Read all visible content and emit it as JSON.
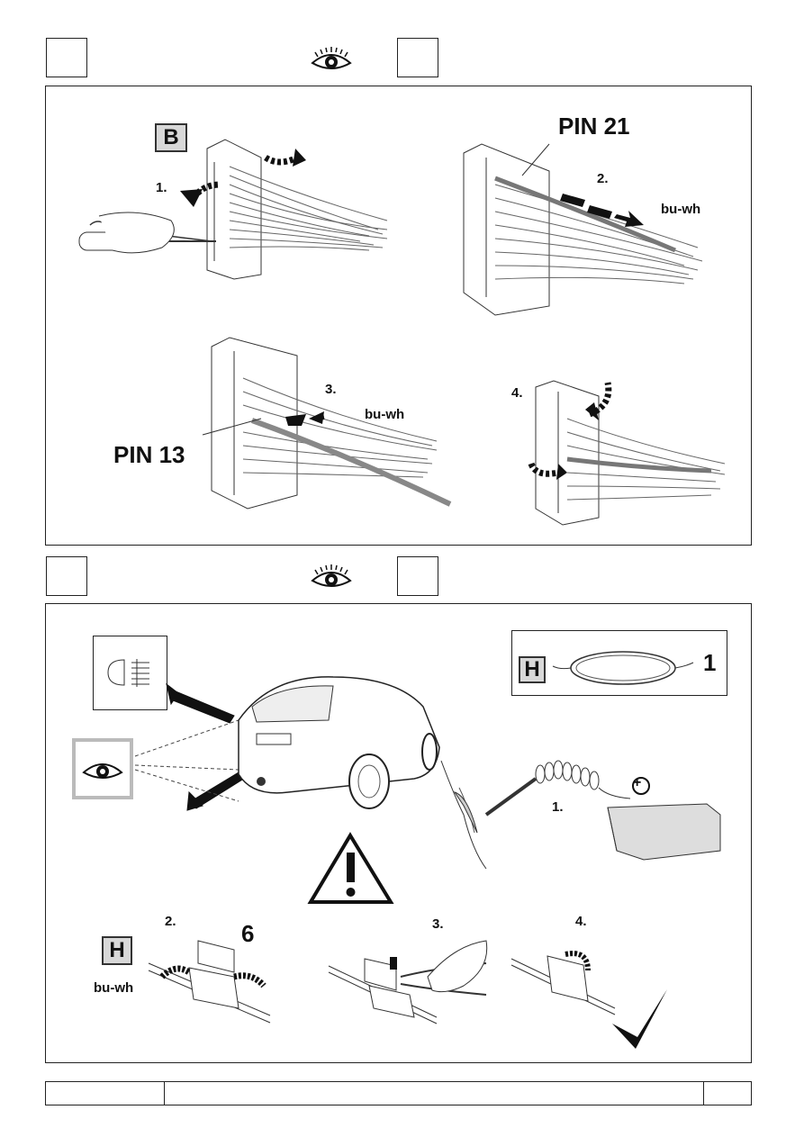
{
  "section1": {
    "tag": "B",
    "step1": "1.",
    "step2": "2.",
    "step3": "3.",
    "step4": "4.",
    "pin21": "PIN 21",
    "pin13": "PIN 13",
    "wire_a": "bu-wh",
    "wire_b": "bu-wh"
  },
  "section2": {
    "part_tag": "H",
    "part_qty": "1",
    "step1": "1.",
    "step2": "2.",
    "step3": "3.",
    "step4": "4.",
    "tag_h": "H",
    "num6": "6",
    "wire": "bu-wh"
  },
  "icons": {
    "eye": "eye-icon",
    "warning": "warning-triangle-icon",
    "check": "checkmark-icon",
    "plus": "battery-plus-icon"
  }
}
